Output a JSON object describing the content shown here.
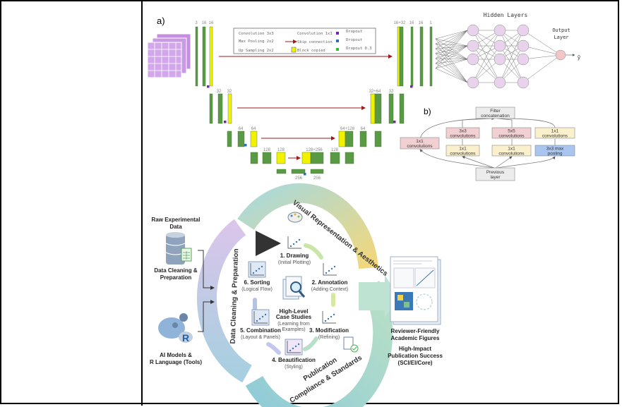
{
  "figure_a": {
    "label": "a)",
    "legend": {
      "conv3": "Convolution 3x3",
      "maxpool": "Max Pooling 2x2",
      "upsample": "Up Sampling 2x2",
      "conv1": "Convolution 1x1",
      "skip": "Skip connection",
      "copied": "Block copied",
      "dropout1": "Dropout",
      "dropout2": "Dropout",
      "dropout3": "Dropout 0.3"
    },
    "channels": {
      "l1": [
        "3",
        "16",
        "16"
      ],
      "r1": [
        "16+32",
        "16",
        "16",
        "1"
      ],
      "l2": [
        "32",
        "32"
      ],
      "r2": [
        "32+64",
        "32"
      ],
      "l3": [
        "64",
        "64"
      ],
      "r3": [
        "64+128",
        "64"
      ],
      "l4": [
        "128",
        "128"
      ],
      "r4": [
        "128+256",
        "128"
      ],
      "bottom": [
        "256",
        "256"
      ]
    },
    "colors": {
      "conv": "#5b9a45",
      "copied": "#f2f200",
      "skip": "#a01818",
      "input": "#c58fe0"
    }
  },
  "neural_net": {
    "hidden_title": "Hidden Layers",
    "output_title_1": "Output",
    "output_title_2": "Layer",
    "output_symbol": "ŷ"
  },
  "figure_b": {
    "label": "b)",
    "concat": [
      "Filter",
      "concatenation"
    ],
    "previous": [
      "Previous",
      "layer"
    ],
    "left_conv": [
      "1x1",
      "convolutions"
    ],
    "top_row": [
      [
        "3x3",
        "convolutions"
      ],
      [
        "5x5",
        "convolutions"
      ],
      [
        "1x1",
        "convolutions"
      ]
    ],
    "bottom_row": [
      [
        "1x1",
        "convolutions"
      ],
      [
        "1x1",
        "convolutions"
      ],
      [
        "3x3 max",
        "pooling"
      ]
    ]
  },
  "workflow": {
    "inputs": {
      "raw": [
        "Raw Experimental",
        "Data"
      ],
      "cleaning": [
        "Data Cleaning &",
        "Preparation"
      ],
      "ai": [
        "AI Models &",
        "R Language (Tools)"
      ]
    },
    "ring": {
      "visual": "Visual Representation & Aesthetics",
      "cleaning": "Data Cleaning & Preparation",
      "publication_1": "Publication",
      "publication_2": "Compliance & Standards"
    },
    "steps": [
      {
        "title": "1. Drawing",
        "sub": "(Initial Plotting)"
      },
      {
        "title": "2. Annotation",
        "sub": "(Adding Context)"
      },
      {
        "title": "3. Modification",
        "sub": "(Refining)"
      },
      {
        "title": "4. Beautification",
        "sub": "(Styling)"
      },
      {
        "title": "5. Combination",
        "sub": "(Layout & Panels)"
      },
      {
        "title": "6. Sorting",
        "sub": "(Logical Flow)"
      }
    ],
    "center": [
      "High-Level",
      "Case Studies",
      "(Learning from",
      "Examples)"
    ],
    "output": [
      "Reviewer-Friendly",
      "Academic Figures",
      "High-Impact",
      "Publication Success",
      "(SCI/EI/Core)"
    ]
  }
}
